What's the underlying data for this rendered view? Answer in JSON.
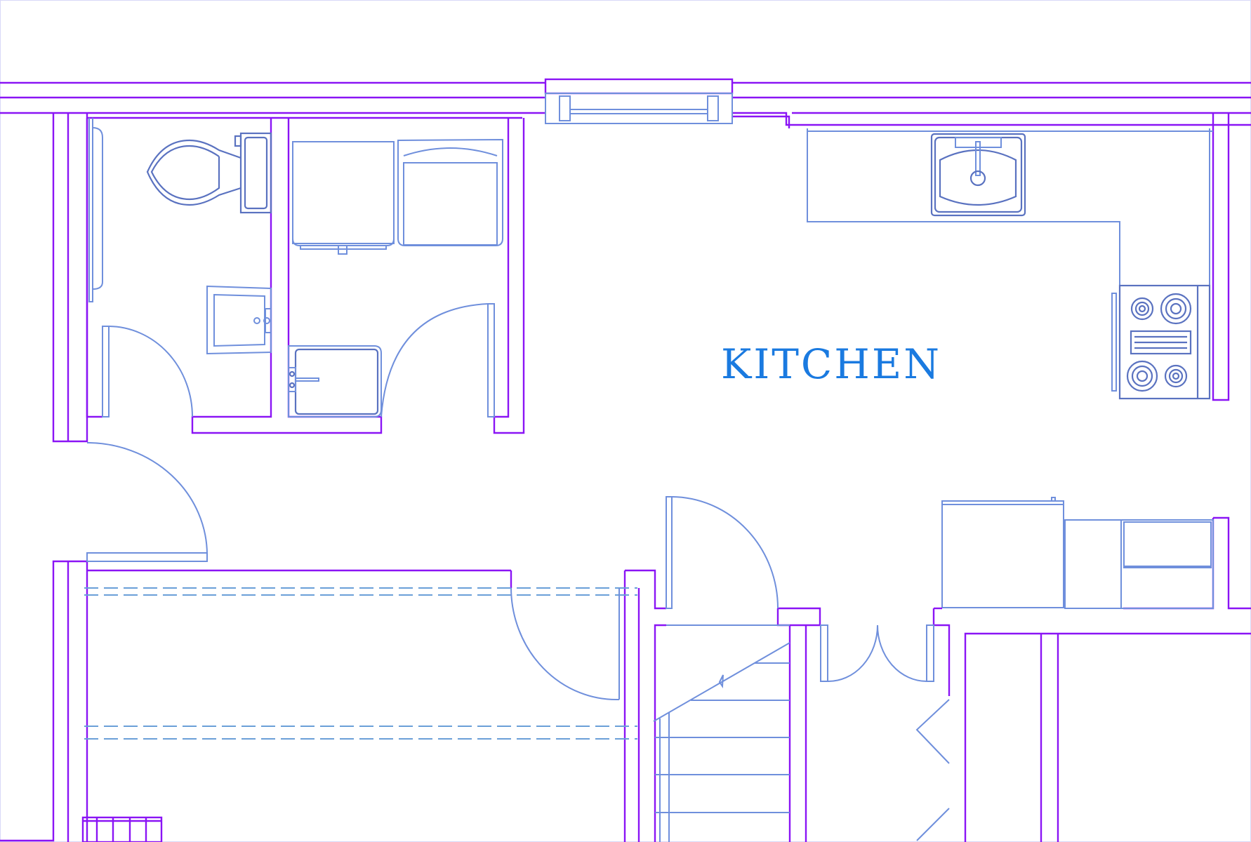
{
  "plan": {
    "rooms": [
      {
        "label": "KITCHEN"
      }
    ],
    "fixtures": [
      "toilet",
      "bathroom-sink",
      "washer",
      "dryer",
      "utility-sink",
      "kitchen-sink",
      "range-stove",
      "refrigerator",
      "counter-cabinets",
      "staircase",
      "window",
      "doors"
    ],
    "colors": {
      "wall": "#8a14f5",
      "fixture": "#6f8fdc",
      "label": "#1a7ae0",
      "background": "#ffffff"
    }
  }
}
